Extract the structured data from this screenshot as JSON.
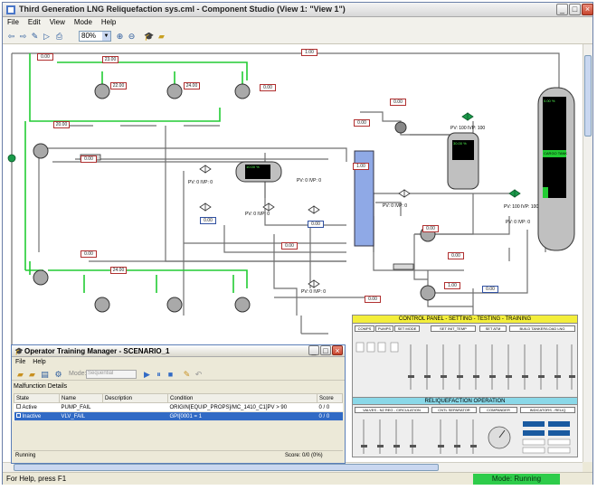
{
  "window": {
    "title": "Third Generation LNG Reliquefaction sys.cml - Component Studio (View 1: \"View 1\")"
  },
  "menu": [
    "File",
    "Edit",
    "View",
    "Mode",
    "Help"
  ],
  "toolbar": {
    "zoom": "80%"
  },
  "diagram": {
    "tags": [
      "0.00",
      "23.00",
      "1.00",
      "22.00",
      "24.00",
      "0.00",
      "20.00",
      "0.00",
      "0.00",
      "1.00",
      "0.00",
      "24.00",
      "0.00",
      "0.00",
      "0.00",
      "0.00",
      "1.00",
      "0.00",
      "0.00",
      "0.00",
      "0.00"
    ],
    "valve_labels": [
      "PV: 0 IVP: 0",
      "PV: 0 IVP: 0",
      "PV: 0 IVP: 0",
      "PV: 0 IVP: 0",
      "PV: 0 IVP: 0",
      "PV: 100 IVP: 100",
      "PV: 100 IVP: 100",
      "PV: 0 IVP: 0"
    ],
    "vessel_text": [
      "10.00 %",
      "30.00 %",
      "0.00 %"
    ],
    "tank_label": "CARGO TANK"
  },
  "training_manager": {
    "title": "Operator Training Manager - SCENARIO_1",
    "menu": [
      "File",
      "Help"
    ],
    "mode_label": "Mode:",
    "mode_value": "Sequential",
    "section": "Malfunction Details",
    "columns": [
      "State",
      "Name",
      "Description",
      "Condition",
      "Score"
    ],
    "rows": [
      {
        "state": "Active",
        "name": "PUMP_FAIL",
        "description": "",
        "condition": "ORIGIN[EQUIP_PROPS]/MC_1410_C1]PV > 90",
        "score": "0 / 0"
      },
      {
        "state": "Inactive",
        "name": "VLV_FAIL",
        "description": "",
        "condition": "GPI[0001 = 1",
        "score": "0 / 0"
      }
    ],
    "status": "Running",
    "score": "Score: 0/0 (0%)"
  },
  "control_panel": {
    "header": "CONTROL PANEL - SETTING - TESTING - TRAINING",
    "top_buttons": [
      "COMPS",
      "PUMPS",
      "SET MODE",
      "SET INIT_TEMP",
      "SET ATM",
      "BUILD TANKER/LOAD LNG"
    ],
    "section2": "RELIQUEFACTION OPERATION",
    "bottom_buttons": [
      "VALVES - N2 REG - CIRCULATION",
      "CNTL SEPARATOR",
      "COMPANDER",
      "INDICATORS - RELIQ"
    ]
  },
  "status_bar": {
    "help": "For Help, press F1",
    "mode": "Mode: Running"
  },
  "colors": {
    "pipe_green": "#22cc33",
    "pipe_gray": "#707070",
    "separator_blue": "#8fa9e6",
    "panel_yellow": "#f3ee3b",
    "panel_cyan": "#8ad8e8",
    "status_green": "#2ecc4a"
  }
}
